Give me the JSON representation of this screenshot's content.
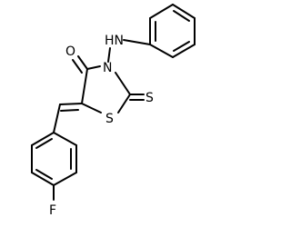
{
  "molecule": {
    "atoms": {
      "NH": "HN",
      "N": "N",
      "O": "O",
      "S_ring": "S",
      "S_thione": "S",
      "F": "F"
    }
  }
}
